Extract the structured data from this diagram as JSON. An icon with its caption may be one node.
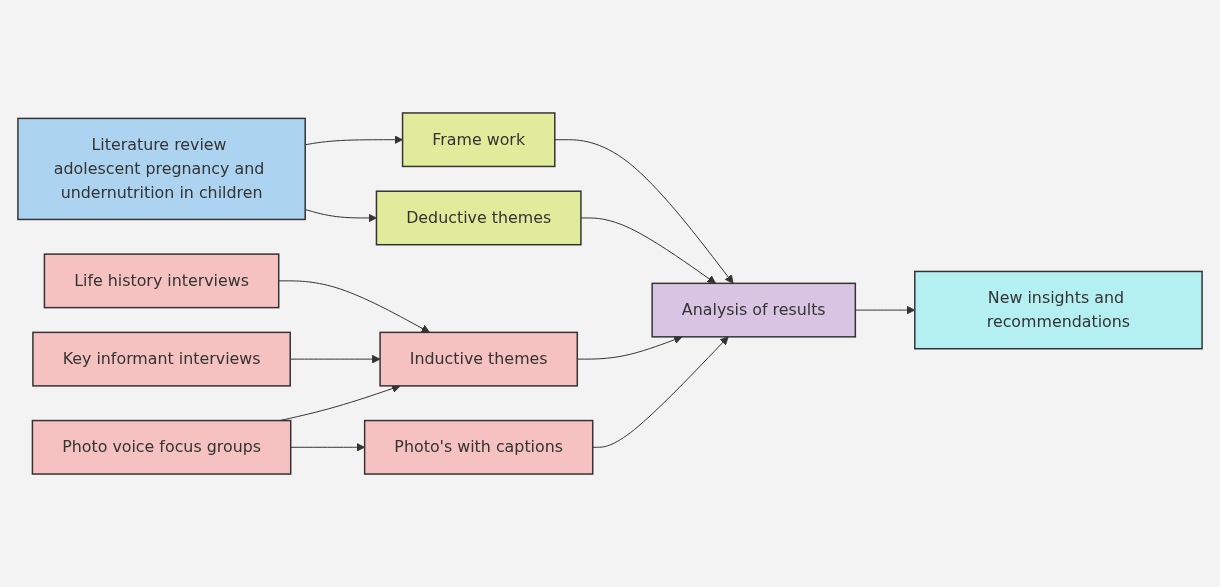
{
  "diagram": {
    "nodes": [
      {
        "text": [
          "Literature review adolescent pregnancy and undernutrition in children"
        ]
      },
      {
        "text": [
          "Frame work"
        ]
      },
      {
        "text": [
          "Deductive themes"
        ]
      },
      {
        "text": [
          "Life history interviews"
        ]
      },
      {
        "text": [
          "Key informant interviews"
        ]
      },
      {
        "text": [
          "Photo voice focus groups"
        ]
      },
      {
        "text": [
          "Inductive themes"
        ]
      },
      {
        "text": [
          "Photo's with captions"
        ]
      },
      {
        "text": [
          "Analysis of results"
        ]
      },
      {
        "text": [
          "New insights and recommendations"
        ]
      }
    ],
    "edges": [
      {
        "from": 0,
        "to": 1,
        "arrow": "to"
      },
      {
        "from": 0,
        "to": 2,
        "arrow": "to"
      },
      {
        "from": 3,
        "to": 6,
        "arrow": "to"
      },
      {
        "from": 4,
        "to": 6,
        "arrow": "to"
      },
      {
        "from": 5,
        "to": 6,
        "arrow": "to"
      },
      {
        "from": 5,
        "to": 7,
        "arrow": "to"
      },
      {
        "from": 1,
        "to": 8,
        "arrow": "to"
      },
      {
        "from": 2,
        "to": 8,
        "arrow": "to"
      },
      {
        "from": 6,
        "to": 8,
        "arrow": "to"
      },
      {
        "from": 7,
        "to": 8,
        "arrow": "to"
      },
      {
        "from": 8,
        "to": 9,
        "arrow": "to"
      }
    ]
  }
}
